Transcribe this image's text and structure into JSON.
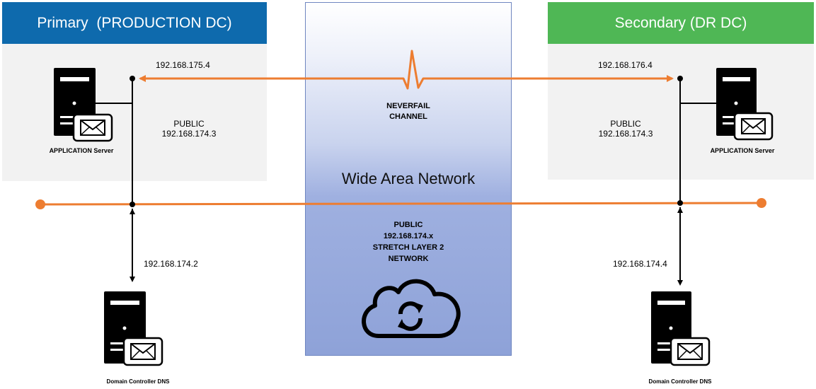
{
  "primary": {
    "title": "Primary  (PRODUCTION DC)",
    "app_server_label": "APPLICATION Server",
    "channel_ip": "192.168.175.4",
    "public_label": "PUBLIC",
    "public_ip": "192.168.174.3",
    "dc_ip": "192.168.174.2",
    "dc_label": "Domain Controller DNS"
  },
  "secondary": {
    "title": "Secondary (DR DC)",
    "app_server_label": "APPLICATION Server",
    "channel_ip": "192.168.176.4",
    "public_label": "PUBLIC",
    "public_ip": "192.168.174.3",
    "dc_ip": "192.168.174.4",
    "dc_label": "Domain Controller DNS"
  },
  "wan": {
    "title": "Wide Area Network",
    "channel_line1": "NEVERFAIL",
    "channel_line2": "CHANNEL",
    "network_line1": "PUBLIC",
    "network_line2": "192.168.174.x",
    "network_line3": "STRETCH LAYER 2",
    "network_line4": "NETWORK"
  },
  "colors": {
    "primary_header": "#0e6aad",
    "secondary_header": "#4fb755",
    "orange": "#ed7d31",
    "wan_top": "#ffffff",
    "wan_bottom": "#8ea2d8"
  },
  "icons": [
    "server-icon",
    "envelope-icon",
    "cloud-sync-icon"
  ]
}
